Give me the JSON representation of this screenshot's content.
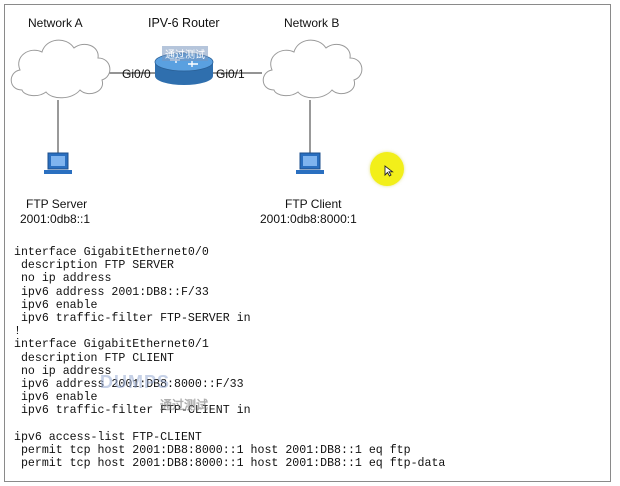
{
  "diagram": {
    "network_a": "Network A",
    "router_title": "IPV-6 Router",
    "network_b": "Network B",
    "router_badge": "通过测试",
    "iface_left": "Gi0/0",
    "iface_right": "Gi0/1",
    "server_label": "FTP Server",
    "server_addr": "2001:0db8::1",
    "client_label": "FTP Client",
    "client_addr": "2001:0db8:8000:1",
    "watermark_text": "DUMPS",
    "watermark_cn": "通过测试",
    "colors": {
      "router": "#3a83c9",
      "computer": "#2a6fc0",
      "link": "#555555",
      "cursor_highlight": "#f2ef1a"
    }
  },
  "config_lines": [
    "interface GigabitEthernet0/0",
    " description FTP SERVER",
    " no ip address",
    " ipv6 address 2001:DB8::F/33",
    " ipv6 enable",
    " ipv6 traffic-filter FTP-SERVER in",
    "!",
    "interface GigabitEthernet0/1",
    " description FTP CLIENT",
    " no ip address",
    " ipv6 address 2001:DB8:8000::F/33",
    " ipv6 enable",
    " ipv6 traffic-filter FTP-CLIENT in",
    "",
    "ipv6 access-list FTP-CLIENT",
    " permit tcp host 2001:DB8:8000::1 host 2001:DB8::1 eq ftp",
    " permit tcp host 2001:DB8:8000::1 host 2001:DB8::1 eq ftp-data"
  ]
}
